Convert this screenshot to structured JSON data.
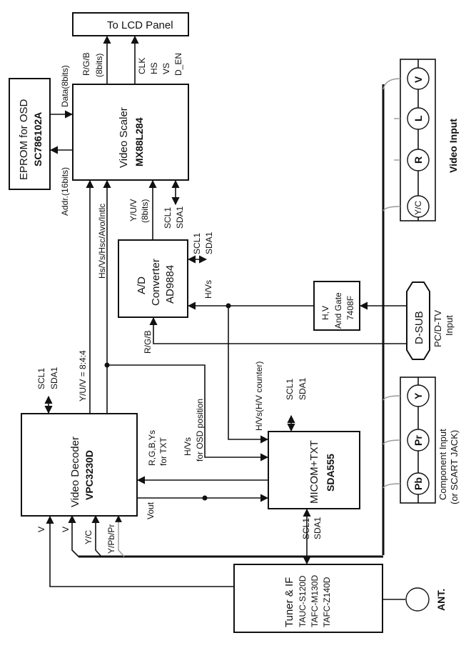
{
  "blocks": {
    "lcd_panel": {
      "label": "To LCD Panel"
    },
    "eprom": {
      "title": "EPROM for OSD",
      "part": "SC786102A"
    },
    "scaler": {
      "title": "Video Scaler",
      "part": "MX88L284"
    },
    "adc": {
      "line1": "A/D",
      "line2": "Converter",
      "part": "AD9884"
    },
    "and_gate": {
      "line1": "H,V",
      "line2": "And Gate",
      "part": "7408F"
    },
    "decoder": {
      "title": "Video Decoder",
      "part": "VPC3230D"
    },
    "micom": {
      "title": "MICOM+TXT",
      "part": "SDA555"
    },
    "tuner": {
      "title": "Tuner & IF",
      "parts": [
        "TAUC-S120D",
        "TAFC-M130D",
        "TAFC-Z140D"
      ]
    },
    "dsub": {
      "label": "D-SUB",
      "caption1": "PC/D-TV",
      "caption2": "Input"
    }
  },
  "video_input": {
    "caption": "Video Input",
    "jacks": [
      "V",
      "L",
      "R",
      "Y/C"
    ]
  },
  "component_input": {
    "caption1": "Component Input",
    "caption2": "(or SCART JACK)",
    "jacks": [
      "Y",
      "Pr",
      "Pb"
    ]
  },
  "antenna": {
    "label": "ANT."
  },
  "signals": {
    "rgb_8bits_1": "R/G/B",
    "rgb_8bits_2": "(8bits)",
    "clk": "CLK",
    "hs": "HS",
    "vs": "VS",
    "d_en": "D_EN",
    "data_8bits": "Data(8bits)",
    "addr_16bits": "Addr.(16bits)",
    "sync_bus": "Hs/Vs/Hsc/Avo/Intlc",
    "yuv_8bits_1": "Y/U/V",
    "yuv_8bits_2": "(8bits)",
    "scl1": "SCL1",
    "sda1": "SDA1",
    "hvs": "H/Vs",
    "rgb": "R/G/B",
    "yuv_844": "Y/U/V = 8:4:4",
    "hvs_counter": "H/Vs(H/V counter)",
    "rgbys_1": "R,G,B,Ys",
    "rgbys_2": "for TXT",
    "hvs_osd_1": "H/Vs",
    "hvs_osd_2": "for OSD position",
    "vout": "Vout",
    "in_v1": "V",
    "in_v2": "V",
    "in_yc": "Y/C",
    "in_ypbpr": "Y/Pb/Pr"
  }
}
